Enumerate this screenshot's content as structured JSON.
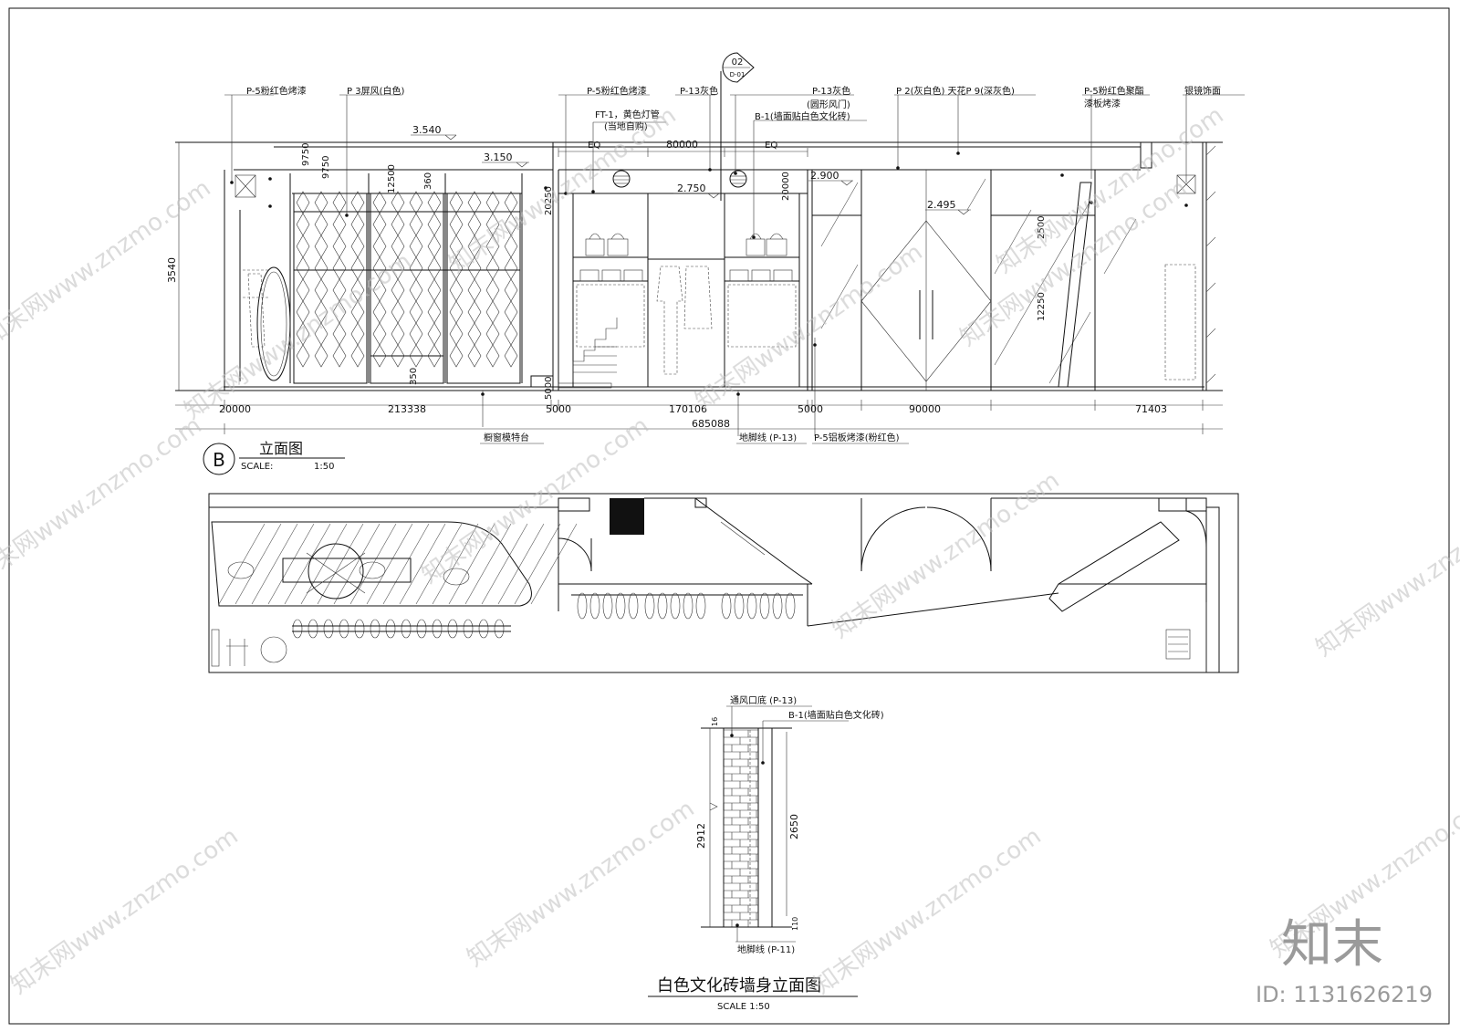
{
  "elevation_b": {
    "mark_letter": "B",
    "title": "立面图",
    "scale_label": "SCALE:",
    "scale_value": "1:50",
    "section_marker": {
      "top": "02",
      "bottom": "D-01"
    },
    "callouts": {
      "c1": "P-5粉红色烤漆",
      "c2": "P 3屏风(白色)",
      "c3": "P-5粉红色烤漆",
      "c4": "P-13灰色",
      "c5": "P-13灰色",
      "c5b": "(圆形风门)",
      "c6": "P 2(灰白色) 天花P 9(深灰色)",
      "c7": "P-5粉红色聚酯",
      "c7b": "漆板烤漆",
      "c8": "银镜饰面",
      "c9": "FT-1，黄色灯管",
      "c9b": "(当地自购)",
      "c10": "B-1(墙面贴白色文化砖)"
    },
    "bottom_callouts": {
      "b1": "橱窗模特台",
      "b2": "地脚线 (P-13)",
      "b3": "P-5铝板烤漆(粉红色)"
    },
    "levels": {
      "l1": "3.540",
      "l2": "3.150",
      "l3": "2.750",
      "l4": "2.900",
      "l5": "2.495"
    },
    "dims_top": {
      "eq1": "EQ",
      "d80000": "80000",
      "eq2": "EQ"
    },
    "dims_vertical": {
      "h3540": "3540",
      "v9750a": "9750",
      "v9750b": "9750",
      "v12500": "12500",
      "v360": "360",
      "v350": "350",
      "v20250": "20250",
      "v20000": "20000",
      "v2500": "2500",
      "v12250": "12250",
      "v5000": "5000"
    },
    "dims_bottom": {
      "d20000": "20000",
      "d213338": "213338",
      "d5000a": "5000",
      "d170106": "170106",
      "d5000b": "5000",
      "d90000": "90000",
      "d71403": "71403",
      "d685088": "685088"
    }
  },
  "brick_wall": {
    "title": "白色文化砖墙身立面图",
    "scale": "SCALE 1:50",
    "label_top": "通风口底 (P-13)",
    "label_side": "B-1(墙面贴白色文化砖)",
    "label_bottom": "地脚线 (P-11)",
    "dim_left": "2912",
    "dim_right": "2650",
    "dim_small_top": "16",
    "dim_small_bottom": "110"
  },
  "watermark": {
    "text": "知末网www.znzmo.com",
    "brand": "知末",
    "id_label": "ID: 1131626219"
  }
}
